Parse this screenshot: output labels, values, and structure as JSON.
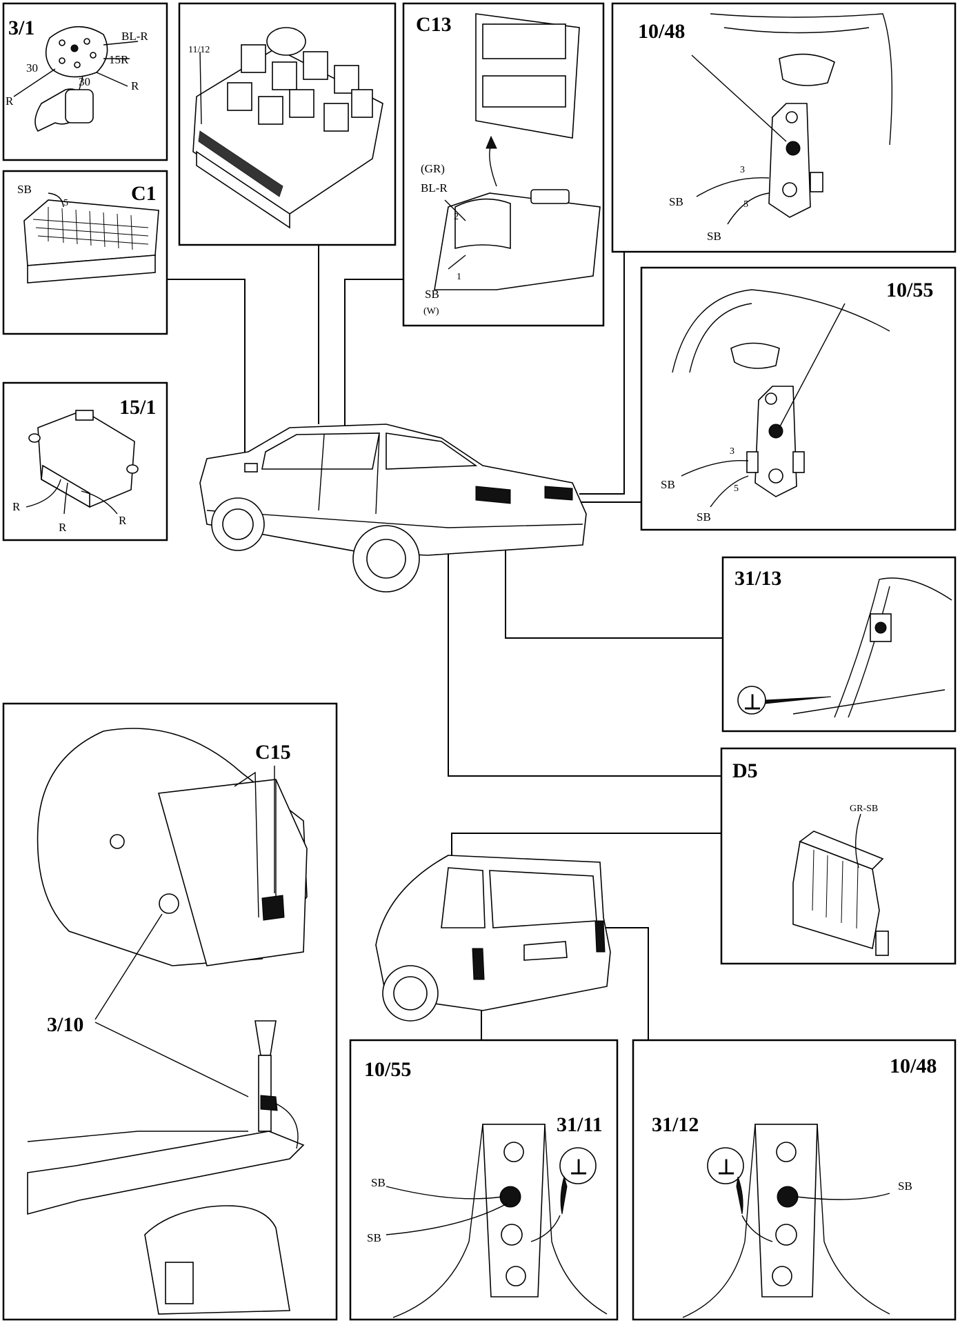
{
  "panels": {
    "p3_1": {
      "title": "3/1",
      "labels": [
        "BL-R",
        "15R",
        "30",
        "30",
        "R",
        "R"
      ]
    },
    "p11_12": {
      "title": "11/12"
    },
    "c13": {
      "title": "C13",
      "labels": [
        "(GR)",
        "BL-R",
        "2",
        "1",
        "SB",
        "(W)"
      ]
    },
    "p10_48_top": {
      "title": "10/48",
      "labels": [
        "3",
        "SB",
        "5",
        "SB"
      ]
    },
    "c1": {
      "title": "C1",
      "labels": [
        "SB",
        "5"
      ]
    },
    "p10_55_mid": {
      "title": "10/55",
      "labels": [
        "3",
        "SB",
        "5",
        "SB"
      ]
    },
    "p15_1": {
      "title": "15/1",
      "labels": [
        "R",
        "R",
        "R"
      ]
    },
    "p31_13": {
      "title": "31/13",
      "ground_symbol": "⊥"
    },
    "c15": {
      "title": "C15"
    },
    "p3_10": {
      "title": "3/10"
    },
    "d5": {
      "title": "D5",
      "labels": [
        "GR-SB"
      ]
    },
    "p10_55_bot": {
      "title": "10/55",
      "sub": "31/11",
      "labels": [
        "SB",
        "SB"
      ],
      "ground_symbol": "⊥"
    },
    "p10_48_bot": {
      "title": "10/48",
      "sub": "31/12",
      "labels": [
        "SB"
      ],
      "ground_symbol": "⊥"
    }
  }
}
